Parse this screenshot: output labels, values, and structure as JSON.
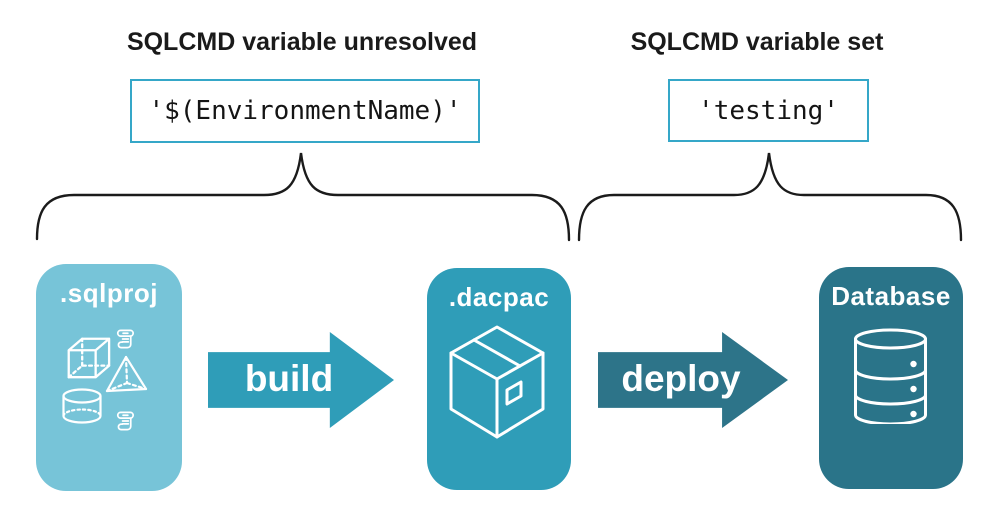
{
  "annotations": {
    "unresolved": {
      "title": "SQLCMD variable unresolved",
      "code": "'$(EnvironmentName)'"
    },
    "set": {
      "title": "SQLCMD variable set",
      "code": "'testing'"
    }
  },
  "pipeline": {
    "stages": [
      {
        "id": "sqlproj",
        "label": ".sqlproj",
        "icons": [
          "cube-icon",
          "scroll-icon",
          "pyramid-icon",
          "cylinder-icon",
          "scroll-icon"
        ]
      },
      {
        "id": "dacpac",
        "label": ".dacpac",
        "icons": [
          "package-icon"
        ]
      },
      {
        "id": "database",
        "label": "Database",
        "icons": [
          "database-icon"
        ]
      }
    ],
    "arrows": [
      {
        "label": "build"
      },
      {
        "label": "deploy"
      }
    ]
  },
  "colors": {
    "sqlproj_box": "#77c4d8",
    "dacpac_box": "#2f9db8",
    "database_box": "#2a7489",
    "build_arrow": "#2f9db8",
    "deploy_arrow": "#2d7489",
    "code_box_border": "#35a7c8",
    "heading_text": "#1a1a1a",
    "brace_stroke": "#1b1b1b",
    "icon_stroke": "#ffffff"
  }
}
